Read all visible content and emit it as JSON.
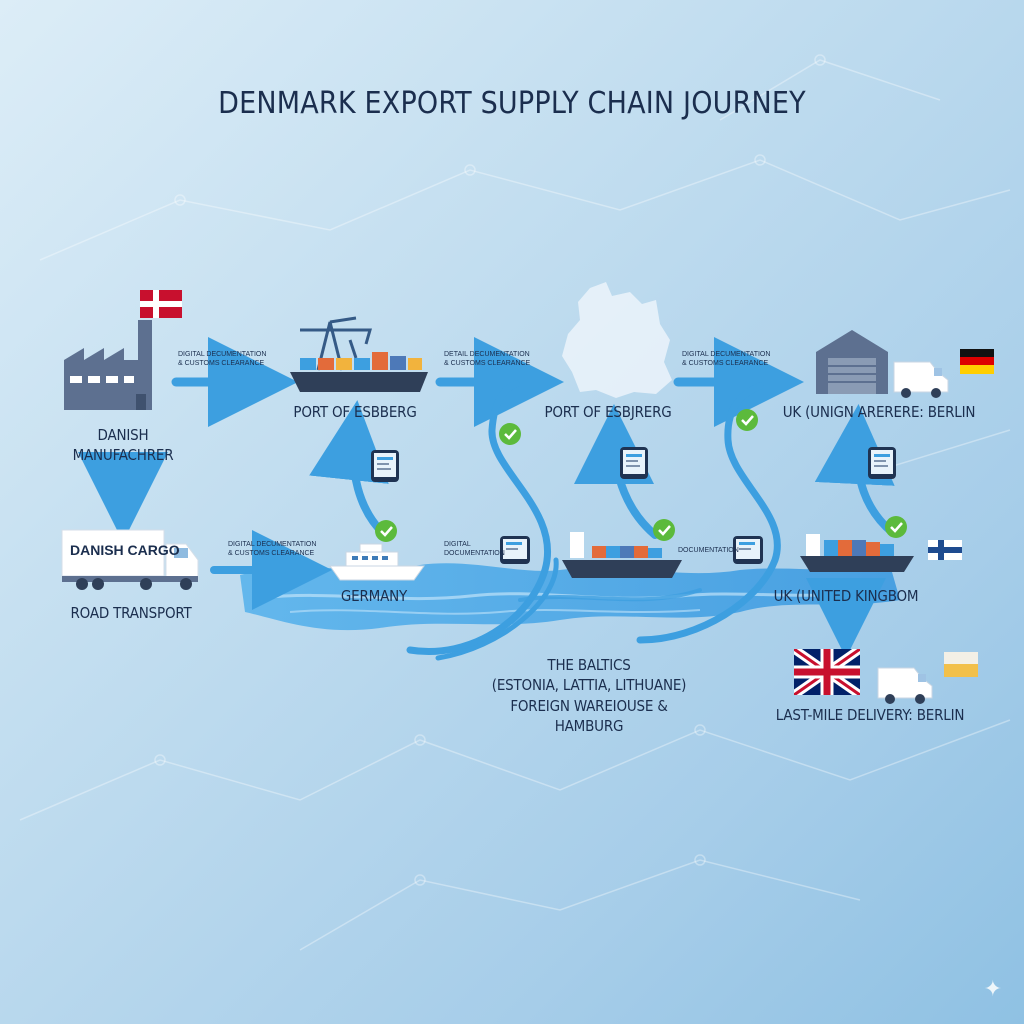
{
  "title": "DENMARK EXPORT SUPPLY CHAIN JOURNEY",
  "nodes": {
    "manufacturer": "DANISH\nMANUFACHRER",
    "port1": "PORT OF ESBBERG",
    "port2": "PORT OF ESBJRERG",
    "uk_top": "UK (UNIGN ARERERE: BERLIN",
    "road": "ROAD TRANSPORT",
    "germany": "GERMANY",
    "baltics": "THE BALTICS\n(ESTONIA, LATTIA, LITHUANE)\nFOREIGN WAREIOUSE &\nHAMBURG",
    "uk": "UK (UNITED KINGBOM",
    "lastmile": "LAST-MILE DELIVERY: BERLIN"
  },
  "truck_label": "DANISH CARGO",
  "arrow_notes": {
    "a1": "DIGITAL DECUMENTATION\n& CUSTOMS CLEARANCE",
    "a2": "DETAIL DECUMENTATION\n& CUSTOMS CLEARANCE",
    "a3": "DIGITAL DECUMENTATION\n& CUSTOMS CLEARANCE",
    "road": "DIGITAL DECUMENTATION\n& CUSTOMS CLEARANCE",
    "sea1": "DIGITAL\nDOCUMENTATION",
    "sea2": "DOCUMENTATION"
  },
  "colors": {
    "title": "#1b2e4e",
    "arrow": "#3d9fe0",
    "water": "#4aa8e6",
    "factory": "#5d7090",
    "check": "#5cba3c",
    "denmark_red": "#c8102e"
  },
  "icons": [
    "factory-icon",
    "denmark-flag-icon",
    "port-crane-icon",
    "cargo-ship-icon",
    "germany-map-icon",
    "warehouse-icon",
    "delivery-van-icon",
    "germany-flag-icon",
    "cargo-truck-icon",
    "ferry-icon",
    "tablet-icon",
    "check-icon",
    "finland-flag-icon",
    "uk-flag-icon",
    "flag-icon"
  ]
}
